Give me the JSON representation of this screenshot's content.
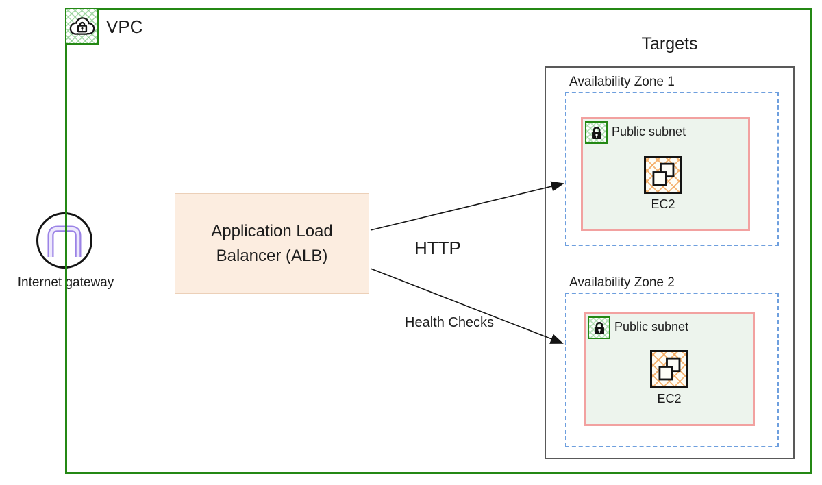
{
  "colors": {
    "vpc_green": "#248814",
    "targets_border": "#595959",
    "az_dash": "#6E9FDE",
    "subnet_border": "#F2A1A0",
    "subnet_fill": "#EDF4ED",
    "alb_fill": "#FCEDE0",
    "alb_border": "#ECD0B8",
    "ec2_hatch": "#F1A85F",
    "gateway_arch": "#9B83E6",
    "text": "#1C1C1C"
  },
  "diagram": {
    "vpc": {
      "label": "VPC"
    },
    "internet_gateway": {
      "label": "Internet gateway"
    },
    "alb": {
      "label": "Application Load Balancer (ALB)"
    },
    "arrows": [
      {
        "label": "HTTP",
        "to": "Availability Zone 1"
      },
      {
        "label": "Health Checks",
        "to": "Availability Zone 2"
      }
    ],
    "targets": {
      "title": "Targets",
      "zones": [
        {
          "label": "Availability Zone 1",
          "subnet": {
            "label": "Public subnet"
          },
          "instance": {
            "label": "EC2"
          }
        },
        {
          "label": "Availability Zone 2",
          "subnet": {
            "label": "Public subnet"
          },
          "instance": {
            "label": "EC2"
          }
        }
      ]
    }
  }
}
